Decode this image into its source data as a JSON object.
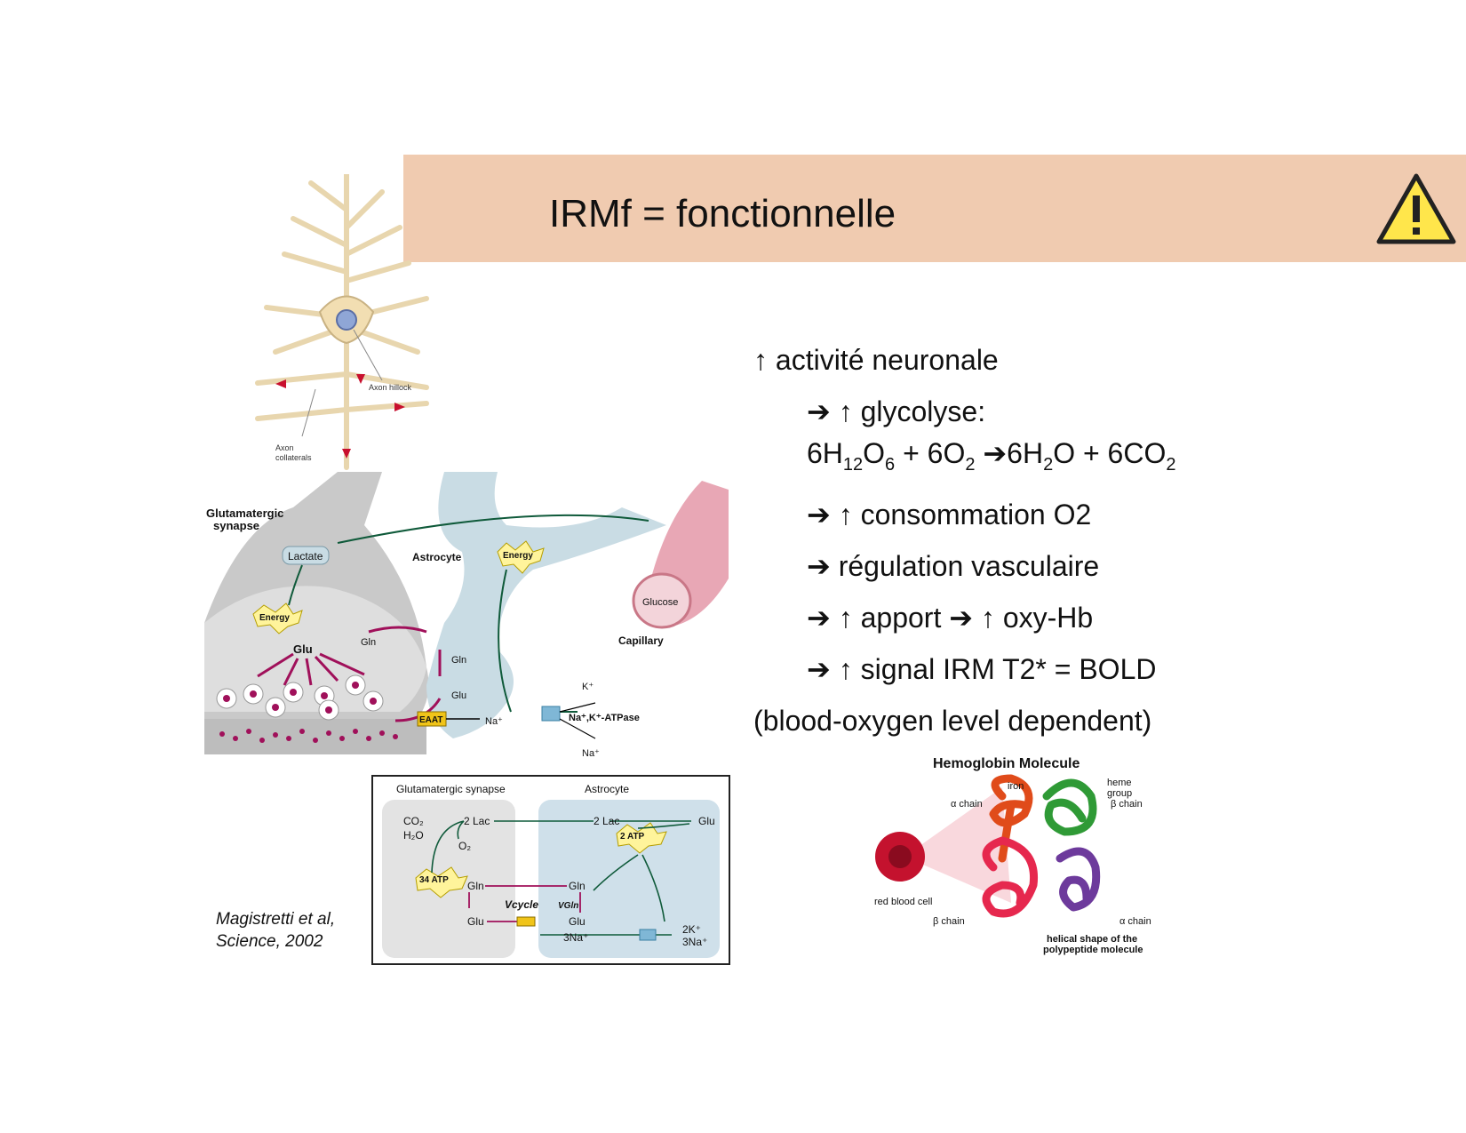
{
  "slide": {
    "title": "IRMf = fonctionnelle",
    "warning_icon": "warning-triangle-icon",
    "colors": {
      "band": "#f0cbb0",
      "warning_fill": "#ffe64b"
    }
  },
  "bullets": [
    {
      "text": "↑ activité neuronale"
    },
    {
      "text": "➔ ↑ glycolyse:"
    },
    {
      "text": "➔ ↑ consommation O2"
    },
    {
      "text": "➔ régulation vasculaire"
    },
    {
      "text": "➔ ↑ apport ➔ ↑ oxy-Hb"
    },
    {
      "text": "➔ ↑ signal IRM T2* = BOLD"
    },
    {
      "text": "(blood-oxygen level dependent)"
    }
  ],
  "formula": {
    "t1": "6H",
    "s1": "12",
    "t2": "O",
    "s2": "6",
    "t3": " + 6O",
    "s3": "2",
    "t4": " ➔6H",
    "s4": "2",
    "t5": "O + 6CO",
    "s5": "2"
  },
  "citation": {
    "line1": "Magistretti et al,",
    "line2": "Science, 2002"
  },
  "neuron_figure": {
    "labels": {
      "hillock": "Axon hillock",
      "collat1": "Axon",
      "collat2": "collaterals"
    }
  },
  "synapse_figure": {
    "labels": {
      "glut_synapse1": "Glutamatergic",
      "glut_synapse2": "synapse",
      "lactate": "Lactate",
      "astrocyte": "Astrocyte",
      "energy": "Energy",
      "glucose": "Glucose",
      "capillary": "Capillary",
      "gln": "Gln",
      "glu": "Glu",
      "eaat": "EAAT",
      "na": "Na⁺",
      "k": "K⁺",
      "pump": "Na⁺,K⁺-ATPase",
      "na_out": "Na⁺"
    }
  },
  "inset_figure": {
    "labels": {
      "col_left": "Glutamatergic synapse",
      "col_right": "Astrocyte",
      "co2": "CO₂",
      "h2o": "H₂O",
      "o2": "O₂",
      "lac_l": "2 Lac",
      "lac_r": "2 Lac",
      "glu_r": "Glu",
      "atp2": "2 ATP",
      "atp34": "34 ATP",
      "gln_l": "Gln",
      "gln_r": "Gln",
      "vcycle": "Vcycle",
      "vgln": "VGln",
      "glu_l": "Glu",
      "glu_m": "Glu",
      "na3": "3Na⁺",
      "k2": "2K⁺",
      "na3b": "3Na⁺"
    }
  },
  "hemoglobin_figure": {
    "labels": {
      "title": "Hemoglobin Molecule",
      "iron": "iron",
      "heme1": "heme",
      "heme2": "group",
      "alpha_top": "α chain",
      "beta_top": "β chain",
      "rbc": "red blood cell",
      "beta_bottom": "β chain",
      "alpha_bottom": "α chain",
      "helical1": "helical shape of the",
      "helical2": "polypeptide molecule"
    }
  }
}
